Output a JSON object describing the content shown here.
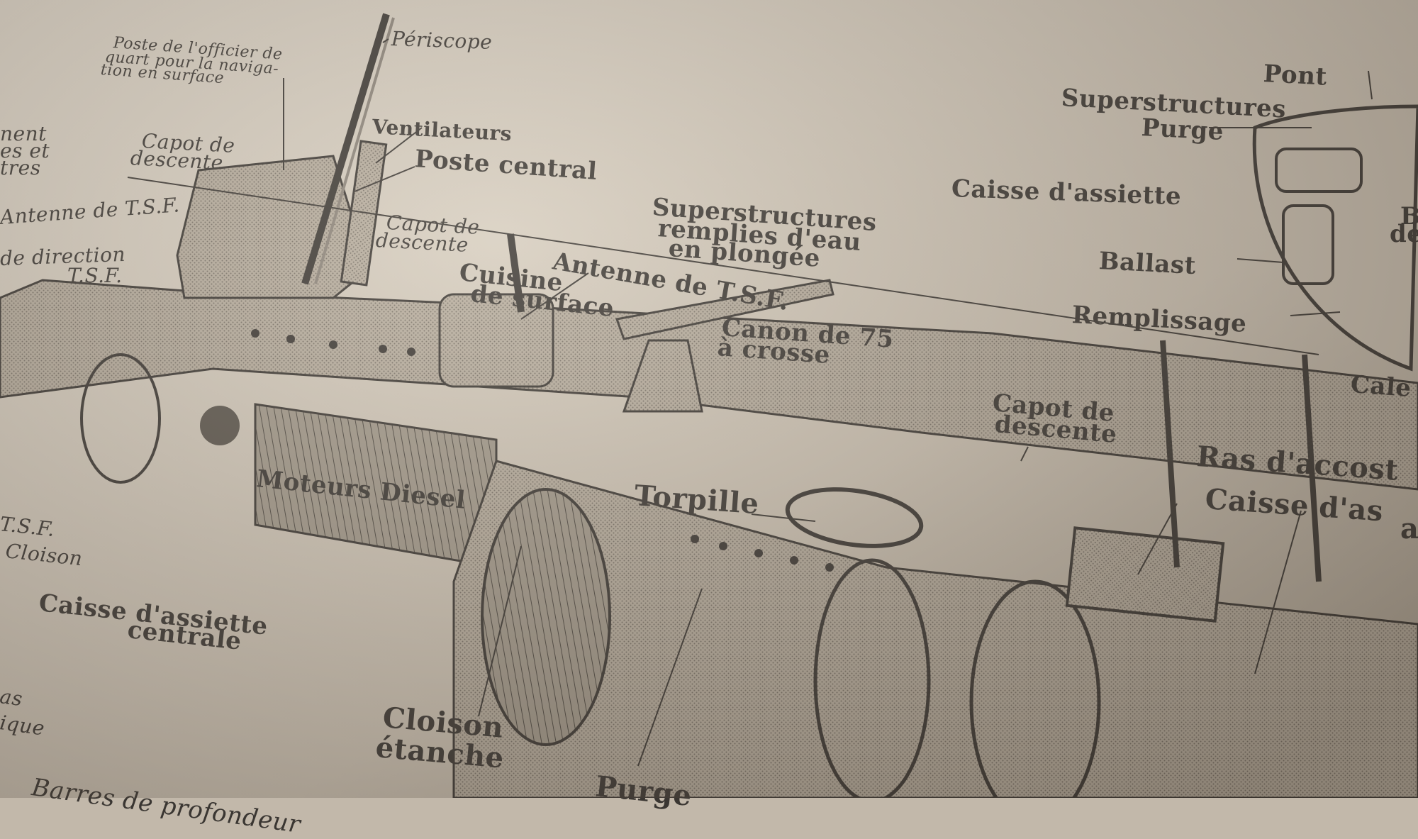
{
  "labels": {
    "periscope": "Périscope",
    "officer_post_1": "Poste de l'officier de",
    "officer_post_2": "quart pour la naviga-",
    "officer_post_3": "tion en surface",
    "left_edge_1": "nent",
    "left_edge_2": "es et",
    "left_edge_3": "tres",
    "ventilateurs": "Ventilateurs",
    "capot_descente_top_1": "Capot de",
    "capot_descente_top_2": "descente",
    "poste_central": "Poste central",
    "antenne_tsf_left": "Antenne de T.S.F.",
    "capot_descente_mid_1": "Capot de",
    "capot_descente_mid_2": "descente",
    "direction": "de direction",
    "tsf_small": "T.S.F.",
    "superstructures_1": "Superstructures",
    "superstructures_2": "remplies d'eau",
    "superstructures_3": "en plongée",
    "antenne_tsf_mid": "Antenne de T.S.F.",
    "cuisine_1": "Cuisine",
    "cuisine_2": "de surface",
    "canon_1": "Canon de 75",
    "canon_2": "à crosse",
    "capot_descente_right_1": "Capot de",
    "capot_descente_right_2": "descente",
    "moteurs_diesel": "Moteurs Diesel",
    "torpille": "Torpille",
    "tsf_lower": "T.S.F.",
    "cloison_left": "Cloison",
    "caisse_assiette_centrale_1": "Caisse d'assiette",
    "caisse_assiette_centrale_2": "centrale",
    "left_bottom_1": "as",
    "left_bottom_2": "ique",
    "barres": "Barres de profondeur",
    "cloison_etanche_1": "Cloison",
    "cloison_etanche_2": "étanche",
    "purge_bottom": "Purge",
    "pont": "Pont",
    "superstructures_right": "Superstructures",
    "purge_right": "Purge",
    "caisse_assiette_right": "Caisse d'assiette",
    "ballast": "Ballast",
    "remplissage": "Remplissage",
    "cale": "Cale",
    "ras_accostage": "Ras d'accost",
    "caisse_as_1": "Caisse d'as",
    "caisse_as_2": "a",
    "right_edge_b": "B",
    "right_edge_d": "de"
  },
  "colors": {
    "paper": "#d6cdbf",
    "ink": "#3a3632",
    "stipple": "#8c847a"
  }
}
